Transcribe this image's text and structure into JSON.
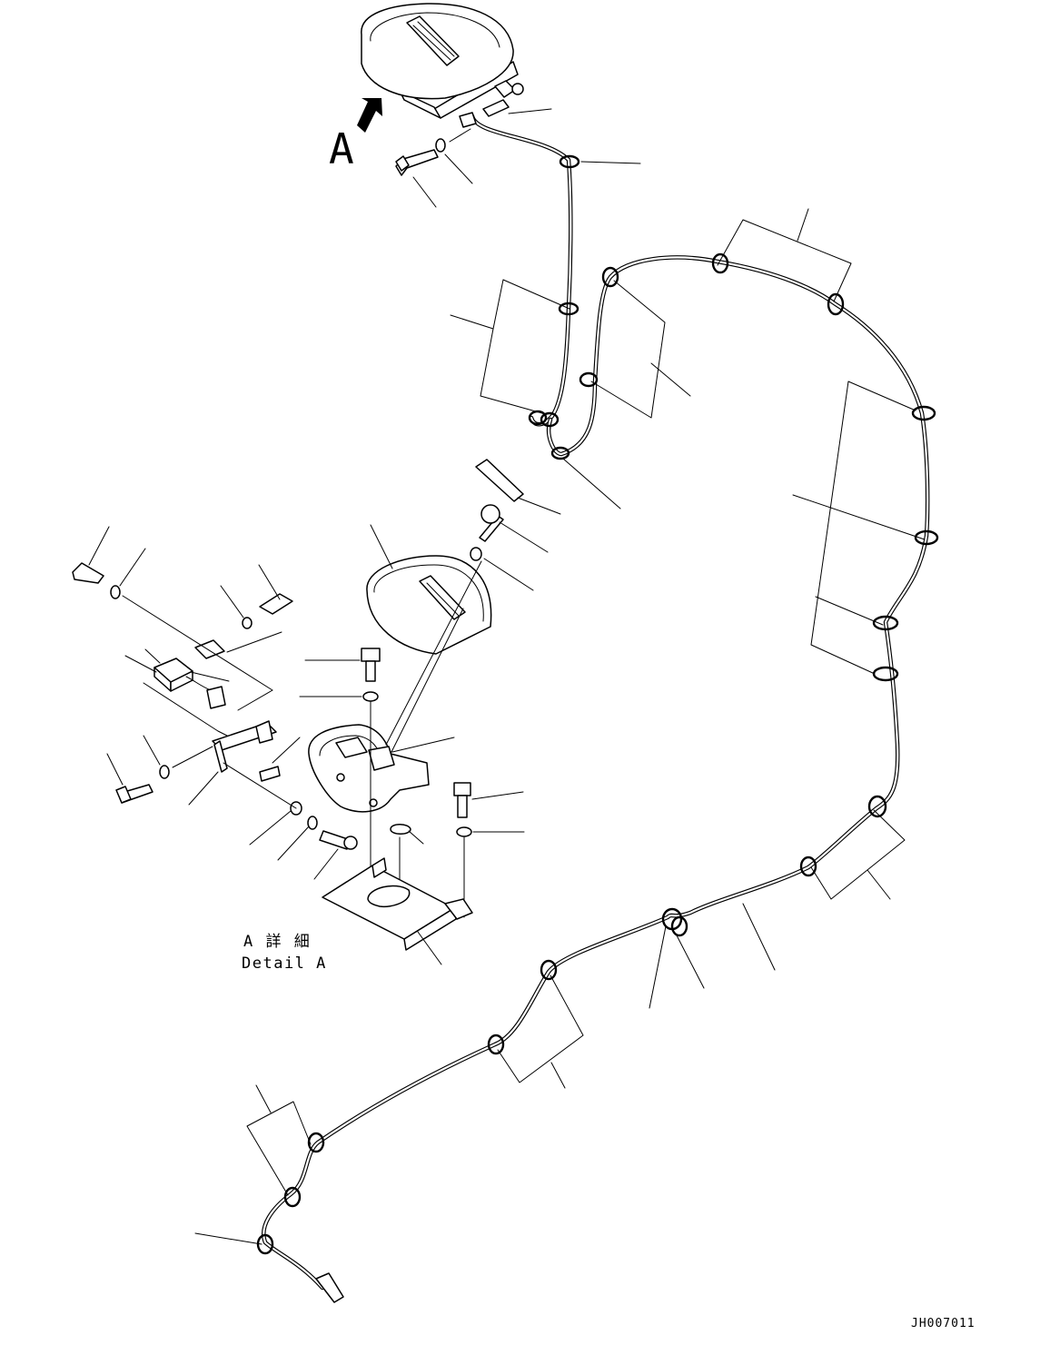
{
  "view_label": "A",
  "detail": {
    "title_jp": "A 詳 細",
    "title_en": "Detail A"
  },
  "figure_code": "JH007011",
  "icons": {
    "view_arrow": "view-direction-arrow-icon"
  }
}
